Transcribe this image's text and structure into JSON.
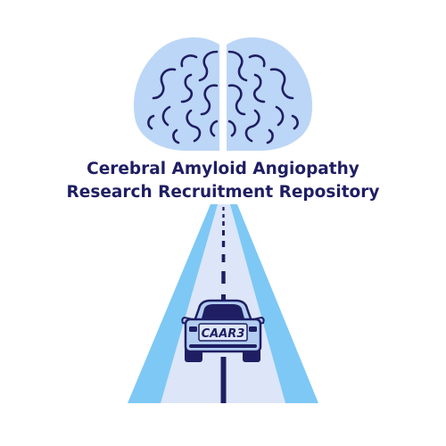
{
  "logo": {
    "title_line1": "Cerebral Amyloid Angiopathy",
    "title_line2": "Research Recruitment Repository",
    "plate_text": "CAAR3"
  },
  "icons": {
    "brain": "brain-icon",
    "road": "road-illustration",
    "car": "car-icon"
  },
  "colors": {
    "navy": "#1f1e63",
    "brain_fill": "#bcd6f7",
    "road_light": "#dce6f8",
    "road_edge": "#7ec8f5",
    "car_body": "#b2cdf0"
  }
}
